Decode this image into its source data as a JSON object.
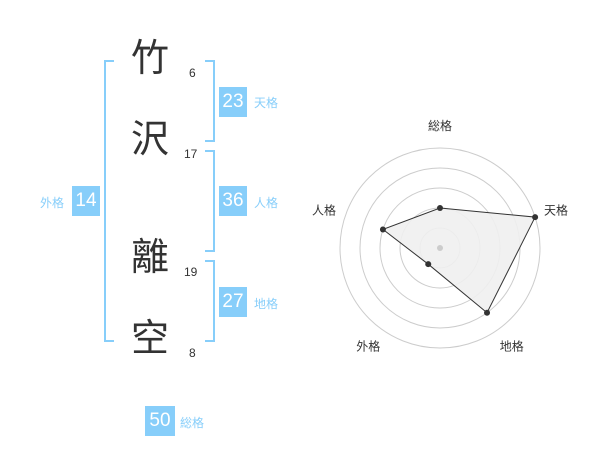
{
  "name_chars": [
    {
      "char": "竹",
      "strokes": "6"
    },
    {
      "char": "沢",
      "strokes": "17"
    },
    {
      "char": "離",
      "strokes": "19"
    },
    {
      "char": "空",
      "strokes": "8"
    }
  ],
  "fortunes": {
    "tenkaku": {
      "value": "23",
      "label": "天格"
    },
    "jinkaku": {
      "value": "36",
      "label": "人格"
    },
    "chikaku": {
      "value": "27",
      "label": "地格"
    },
    "gaikaku": {
      "value": "14",
      "label": "外格"
    },
    "soukaku": {
      "value": "50",
      "label": "総格"
    }
  },
  "colors": {
    "accent": "#87cefa",
    "text": "#333333",
    "grid": "#cccccc",
    "fill": "#f0f0f0"
  },
  "chart_data": {
    "type": "radar",
    "axes": [
      "総格",
      "天格",
      "地格",
      "外格",
      "人格"
    ],
    "values": [
      2,
      5,
      4,
      1,
      3
    ],
    "rlim": [
      0,
      5
    ],
    "rings": 5
  }
}
